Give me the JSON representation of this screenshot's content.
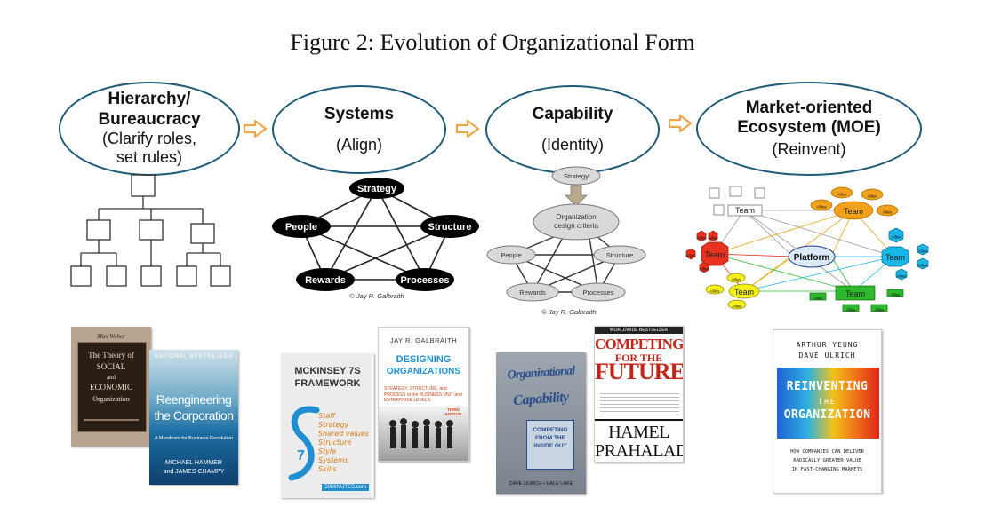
{
  "figure": {
    "title": "Figure 2: Evolution of Organizational Form"
  },
  "stages": [
    {
      "name": "Hierarchy/ Bureaucracy",
      "subtitle": "(Clarify roles, set rules)"
    },
    {
      "name": "Systems",
      "subtitle": "(Align)"
    },
    {
      "name": "Capability",
      "subtitle": "(Identity)"
    },
    {
      "name": "Market-oriented Ecosystem (MOE)",
      "subtitle": "(Reinvent)"
    }
  ],
  "star_model": {
    "nodes": [
      "Strategy",
      "People",
      "Structure",
      "Rewards",
      "Processes"
    ],
    "credit": "© Jay R. Galbraith"
  },
  "capability_model": {
    "top": "Strategy",
    "center": "Organization design criteria",
    "nodes": [
      "People",
      "Structure",
      "Rewards",
      "Processes"
    ],
    "credit": "© Jay R. Galbraith"
  },
  "moe_model": {
    "center": "Platform",
    "team_label": "Team",
    "ally_label": "Allies"
  },
  "books": {
    "weber": {
      "author": "Max Weber",
      "l1": "The Theory of",
      "l2": "SOCIAL",
      "l3": "and",
      "l4": "ECONOMIC",
      "l5": "Organization"
    },
    "reengineering": {
      "banner": "NATIONAL BESTSELLER",
      "t1": "Reengineering",
      "t2": "the Corporation",
      "sub": "A Manifesto for Business Revolution",
      "a1": "MICHAEL HAMMER",
      "a2": "and JAMES CHAMPY"
    },
    "mckinsey": {
      "t1": "MCKINSEY 7S",
      "t2": "FRAMEWORK",
      "words": [
        "Staff",
        "Strategy",
        "Shared values",
        "Structure",
        "Style",
        "Systems",
        "Skills"
      ],
      "foot": "50MINUTES.com"
    },
    "galbraith": {
      "author": "JAY R. GALBRAITH",
      "t1": "DESIGNING",
      "t2": "ORGANIZATIONS",
      "sub": "STRATEGY, STRUCTURE, and PROCESS at the BUSINESS UNIT and ENTERPRISE LEVELS",
      "edition": "THIRD EDITION"
    },
    "orgcap": {
      "t1": "Organizational",
      "t2": "Capability",
      "sub": "COMPETING FROM THE INSIDE OUT",
      "authors": "DAVE ULRICH • DALE LAKE"
    },
    "competing": {
      "banner": "WORLDWIDE BESTSELLER",
      "t1": "COMPETING",
      "t2": "FOR THE",
      "t3": "FUTURE",
      "a1": "HAMEL",
      "a2": "PRAHALAD"
    },
    "reinventing": {
      "author1": "ARTHUR YEUNG",
      "author2": "DAVE ULRICH",
      "t1": "REINVENTING",
      "t2": "THE",
      "t3": "ORGANIZATION",
      "s1": "HOW COMPANIES CAN DELIVER",
      "s2": "RADICALLY GREATER VALUE",
      "s3": "IN FAST-CHANGING MARKETS"
    }
  },
  "colors": {
    "ellipse_border": "#1f5a78",
    "arrow": "#f0a44c",
    "moe_orange": "#f2a21a",
    "moe_red": "#e8321f",
    "moe_cyan": "#19b6e8",
    "moe_green": "#2db82d",
    "moe_yellow": "#f5f019"
  }
}
